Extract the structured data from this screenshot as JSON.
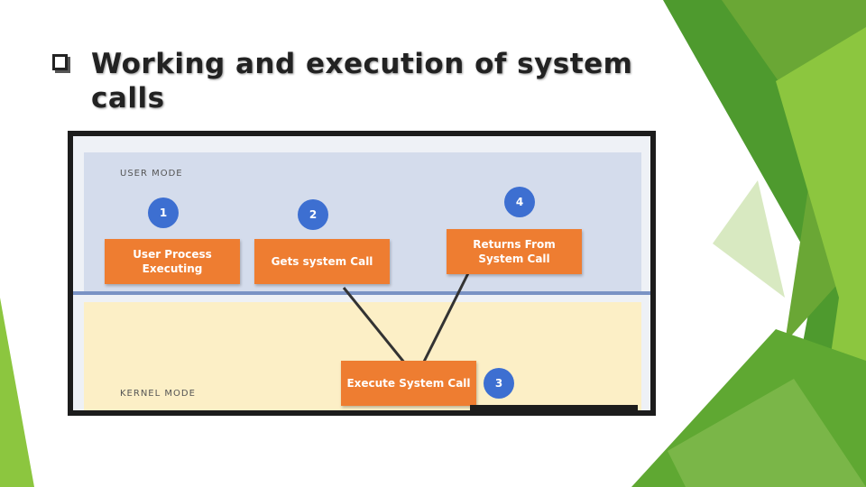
{
  "slide": {
    "title": "Working and execution of system calls"
  },
  "diagram": {
    "user_mode_label": "USER MODE",
    "kernel_mode_label": "KERNEL MODE",
    "steps": [
      {
        "number": "1",
        "box_label": "User Process Executing"
      },
      {
        "number": "2",
        "box_label": "Gets system Call"
      },
      {
        "number": "3",
        "box_label": "Execute System Call"
      },
      {
        "number": "4",
        "box_label": "Returns From System Call"
      }
    ]
  },
  "colors": {
    "box_fill": "#ee7d31",
    "step_circle": "#3d6fd1",
    "user_zone": "#d4dcec",
    "kernel_zone": "#fcefc6",
    "accent_green": "#7ab648"
  }
}
